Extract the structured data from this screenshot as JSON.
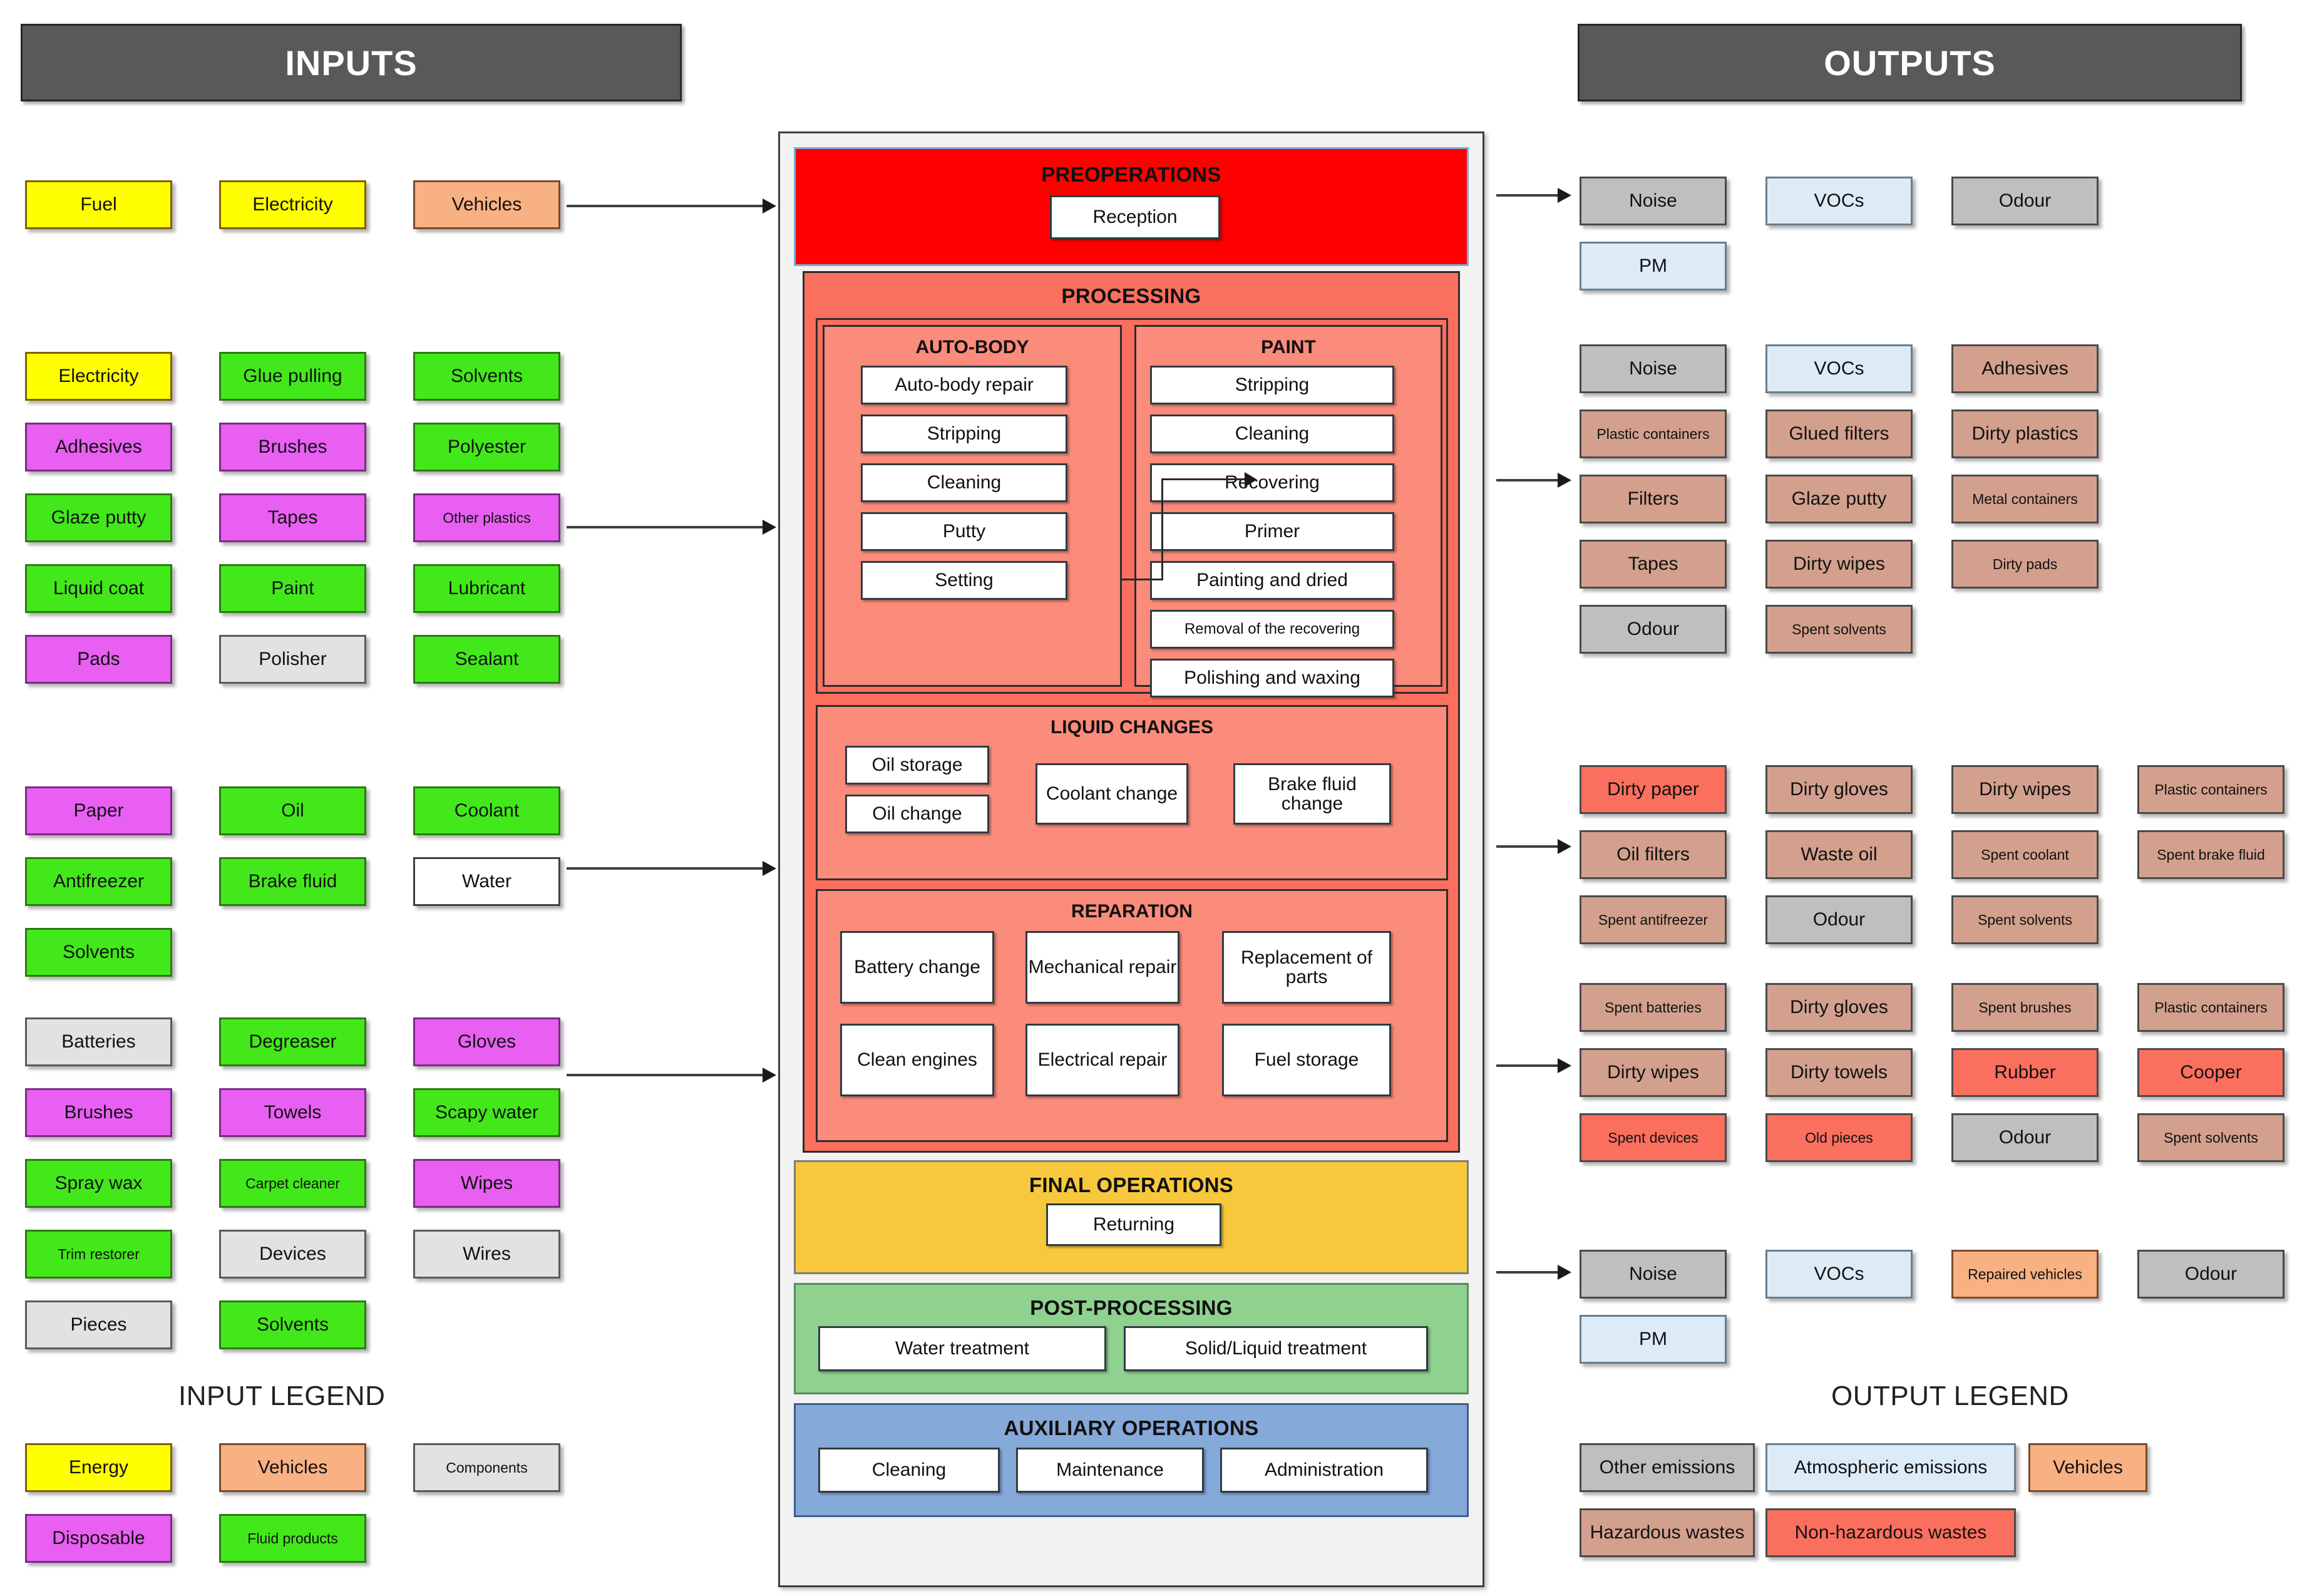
{
  "headers": {
    "inputs": "INPUTS",
    "outputs": "OUTPUTS"
  },
  "legends": {
    "input_title": "INPUT LEGEND",
    "output_title": "OUTPUT LEGEND",
    "input_items": [
      {
        "label": "Energy",
        "type": "energy"
      },
      {
        "label": "Vehicles",
        "type": "vehicle"
      },
      {
        "label": "Components",
        "type": "component"
      },
      {
        "label": "Disposable",
        "type": "disposable"
      },
      {
        "label": "Fluid products",
        "type": "fluid"
      }
    ],
    "output_items": [
      {
        "label": "Other emissions",
        "type": "other-em"
      },
      {
        "label": "Atmospheric emissions",
        "type": "atmos"
      },
      {
        "label": "Vehicles",
        "type": "vehicle"
      },
      {
        "label": "Hazardous wastes",
        "type": "hazard"
      },
      {
        "label": "Non-hazardous wastes",
        "type": "nonhazard"
      }
    ]
  },
  "input_groups": [
    {
      "name": "preoperations-inputs",
      "items": [
        {
          "label": "Fuel",
          "type": "energy"
        },
        {
          "label": "Electricity",
          "type": "energy"
        },
        {
          "label": "Vehicles",
          "type": "vehicle"
        }
      ]
    },
    {
      "name": "processing-inputs",
      "items": [
        {
          "label": "Electricity",
          "type": "energy"
        },
        {
          "label": "Glue pulling",
          "type": "fluid"
        },
        {
          "label": "Solvents",
          "type": "fluid"
        },
        {
          "label": "Adhesives",
          "type": "disposable"
        },
        {
          "label": "Brushes",
          "type": "disposable"
        },
        {
          "label": "Polyester",
          "type": "fluid"
        },
        {
          "label": "Glaze putty",
          "type": "fluid"
        },
        {
          "label": "Tapes",
          "type": "disposable"
        },
        {
          "label": "Other plastics",
          "type": "disposable",
          "small": true
        },
        {
          "label": "Liquid coat",
          "type": "fluid"
        },
        {
          "label": "Paint",
          "type": "fluid"
        },
        {
          "label": "Lubricant",
          "type": "fluid"
        },
        {
          "label": "Pads",
          "type": "disposable"
        },
        {
          "label": "Polisher",
          "type": "component"
        },
        {
          "label": "Sealant",
          "type": "fluid"
        }
      ]
    },
    {
      "name": "liquid-changes-inputs",
      "items": [
        {
          "label": "Paper",
          "type": "disposable"
        },
        {
          "label": "Oil",
          "type": "fluid"
        },
        {
          "label": "Coolant",
          "type": "fluid"
        },
        {
          "label": "Antifreezer",
          "type": "fluid"
        },
        {
          "label": "Brake fluid",
          "type": "fluid"
        },
        {
          "label": "Water",
          "type": "white"
        },
        {
          "label": "Solvents",
          "type": "fluid"
        }
      ]
    },
    {
      "name": "reparation-inputs",
      "items": [
        {
          "label": "Batteries",
          "type": "component"
        },
        {
          "label": "Degreaser",
          "type": "fluid"
        },
        {
          "label": "Gloves",
          "type": "disposable"
        },
        {
          "label": "Brushes",
          "type": "disposable"
        },
        {
          "label": "Towels",
          "type": "disposable"
        },
        {
          "label": "Scapy water",
          "type": "fluid"
        },
        {
          "label": "Spray wax",
          "type": "fluid"
        },
        {
          "label": "Carpet cleaner",
          "type": "fluid",
          "small": true
        },
        {
          "label": "Wipes",
          "type": "disposable"
        },
        {
          "label": "Trim restorer",
          "type": "fluid",
          "small": true
        },
        {
          "label": "Devices",
          "type": "component"
        },
        {
          "label": "Wires",
          "type": "component"
        },
        {
          "label": "Pieces",
          "type": "component"
        },
        {
          "label": "Solvents",
          "type": "fluid"
        }
      ]
    }
  ],
  "output_groups": [
    {
      "name": "preoperations-outputs",
      "items": [
        {
          "label": "Noise",
          "type": "other-em"
        },
        {
          "label": "VOCs",
          "type": "atmos"
        },
        {
          "label": "Odour",
          "type": "other-em"
        },
        {
          "label": "PM",
          "type": "atmos"
        }
      ]
    },
    {
      "name": "processing-outputs",
      "items": [
        {
          "label": "Noise",
          "type": "other-em"
        },
        {
          "label": "VOCs",
          "type": "atmos"
        },
        {
          "label": "Adhesives",
          "type": "hazard"
        },
        {
          "label": "Plastic containers",
          "type": "hazard",
          "small": true
        },
        {
          "label": "Glued filters",
          "type": "hazard"
        },
        {
          "label": "Dirty plastics",
          "type": "hazard"
        },
        {
          "label": "Filters",
          "type": "hazard"
        },
        {
          "label": "Glaze putty",
          "type": "hazard"
        },
        {
          "label": "Metal containers",
          "type": "hazard",
          "small": true
        },
        {
          "label": "Tapes",
          "type": "hazard"
        },
        {
          "label": "Dirty wipes",
          "type": "hazard"
        },
        {
          "label": "Dirty pads",
          "type": "hazard",
          "small": true
        },
        {
          "label": "Odour",
          "type": "other-em"
        },
        {
          "label": "Spent solvents",
          "type": "hazard",
          "small": true
        }
      ]
    },
    {
      "name": "liquid-changes-outputs",
      "items": [
        {
          "label": "Dirty paper",
          "type": "nonhazard"
        },
        {
          "label": "Dirty gloves",
          "type": "hazard"
        },
        {
          "label": "Dirty wipes",
          "type": "hazard"
        },
        {
          "label": "Plastic containers",
          "type": "hazard",
          "small": true
        },
        {
          "label": "Oil filters",
          "type": "hazard"
        },
        {
          "label": "Waste oil",
          "type": "hazard"
        },
        {
          "label": "Spent coolant",
          "type": "hazard",
          "small": true
        },
        {
          "label": "Spent brake fluid",
          "type": "hazard",
          "small": true
        },
        {
          "label": "Spent antifreezer",
          "type": "hazard",
          "small": true
        },
        {
          "label": "Odour",
          "type": "other-em"
        },
        {
          "label": "Spent solvents",
          "type": "hazard",
          "small": true
        }
      ]
    },
    {
      "name": "reparation-outputs",
      "items": [
        {
          "label": "Spent batteries",
          "type": "hazard",
          "small": true
        },
        {
          "label": "Dirty gloves",
          "type": "hazard"
        },
        {
          "label": "Spent brushes",
          "type": "hazard",
          "small": true
        },
        {
          "label": "Plastic containers",
          "type": "hazard",
          "small": true
        },
        {
          "label": "Dirty wipes",
          "type": "hazard"
        },
        {
          "label": "Dirty towels",
          "type": "hazard"
        },
        {
          "label": "Rubber",
          "type": "nonhazard"
        },
        {
          "label": "Cooper",
          "type": "nonhazard"
        },
        {
          "label": "Spent devices",
          "type": "nonhazard",
          "small": true
        },
        {
          "label": "Old pieces",
          "type": "nonhazard",
          "small": true
        },
        {
          "label": "Odour",
          "type": "other-em"
        },
        {
          "label": "Spent solvents",
          "type": "hazard",
          "small": true
        }
      ]
    },
    {
      "name": "final-operations-outputs",
      "items": [
        {
          "label": "Noise",
          "type": "other-em"
        },
        {
          "label": "VOCs",
          "type": "atmos"
        },
        {
          "label": "Repaired vehicles",
          "type": "vehicle",
          "small": true
        },
        {
          "label": "Odour",
          "type": "other-em"
        },
        {
          "label": "PM",
          "type": "atmos"
        }
      ]
    }
  ],
  "center": {
    "preoperations": {
      "title": "PREOPERATIONS",
      "boxes": [
        "Reception"
      ]
    },
    "processing": {
      "title": "PROCESSING",
      "autobody": {
        "title": "AUTO-BODY",
        "boxes": [
          "Auto-body repair",
          "Stripping",
          "Cleaning",
          "Putty",
          "Setting"
        ]
      },
      "paint": {
        "title": "PAINT",
        "boxes": [
          "Stripping",
          "Cleaning",
          "Recovering",
          "Primer",
          "Painting and dried",
          "Removal of the recovering",
          "Polishing and waxing"
        ]
      },
      "liquid_changes": {
        "title": "LIQUID CHANGES",
        "boxes": [
          "Oil storage",
          "Oil change",
          "Coolant change",
          "Brake fluid change"
        ]
      },
      "reparation": {
        "title": "REPARATION",
        "boxes": [
          "Battery change",
          "Mechanical repair",
          "Replacement of parts",
          "Clean engines",
          "Electrical repair",
          "Fuel storage"
        ]
      }
    },
    "final_operations": {
      "title": "FINAL OPERATIONS",
      "boxes": [
        "Returning"
      ]
    },
    "post_processing": {
      "title": "POST-PROCESSING",
      "boxes": [
        "Water treatment",
        "Solid/Liquid treatment"
      ]
    },
    "auxiliary_operations": {
      "title": "AUXILIARY OPERATIONS",
      "boxes": [
        "Cleaning",
        "Maintenance",
        "Administration"
      ]
    }
  },
  "colors": {
    "energy": "#ffff00",
    "vehicles": "#f8b183",
    "components": "#e2e2e2",
    "disposable": "#e95ff2",
    "fluid_products": "#43e81b",
    "other_emissions": "#bfbfbf",
    "atmospheric_emissions": "#ddebf7",
    "hazardous_wastes": "#d3a08d",
    "non_hazardous_wastes": "#fb6f5f",
    "preoperations": "#fe0000",
    "processing": "#fb6f5f",
    "final_operations": "#f8c83c",
    "post_processing": "#8fd18f",
    "auxiliary_operations": "#85a9d9",
    "header_bar": "#595959"
  }
}
